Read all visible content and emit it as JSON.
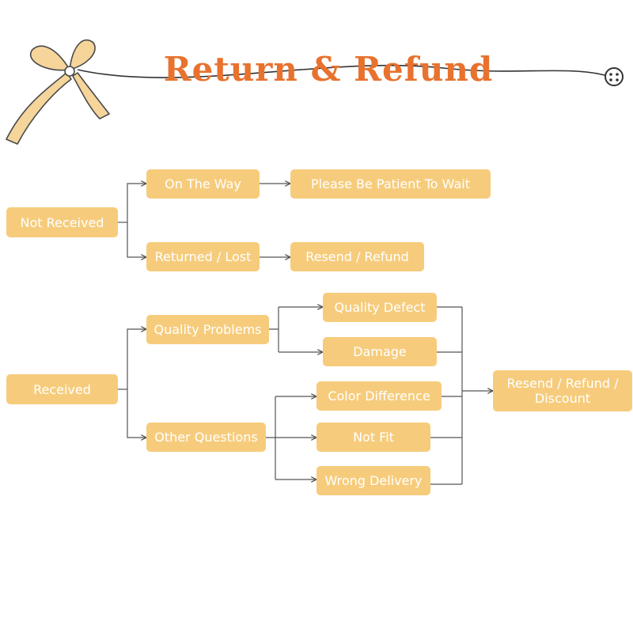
{
  "title": "Return & Refund",
  "colors": {
    "title": "#e8722e",
    "node_fill": "#f6cc7c",
    "node_text": "#ffffff",
    "connector": "#555555"
  },
  "decoration": {
    "left": "ribbon-bow-icon",
    "right": "button-icon"
  },
  "flowchart": {
    "not_received": {
      "label": "Not Received",
      "on_the_way": {
        "label": "On The Way",
        "result": "Please Be Patient To Wait"
      },
      "returned_lost": {
        "label": "Returned / Lost",
        "result": "Resend / Refund"
      }
    },
    "received": {
      "label": "Received",
      "quality_problems": {
        "label": "Quality Problems",
        "children": [
          "Quality Defect",
          "Damage"
        ]
      },
      "other_questions": {
        "label": "Other Questions",
        "children": [
          "Color Difference",
          "Not Fit",
          "Wrong Delivery"
        ]
      },
      "outcome": {
        "line1": "Resend / Refund /",
        "line2": "Discount"
      }
    }
  }
}
